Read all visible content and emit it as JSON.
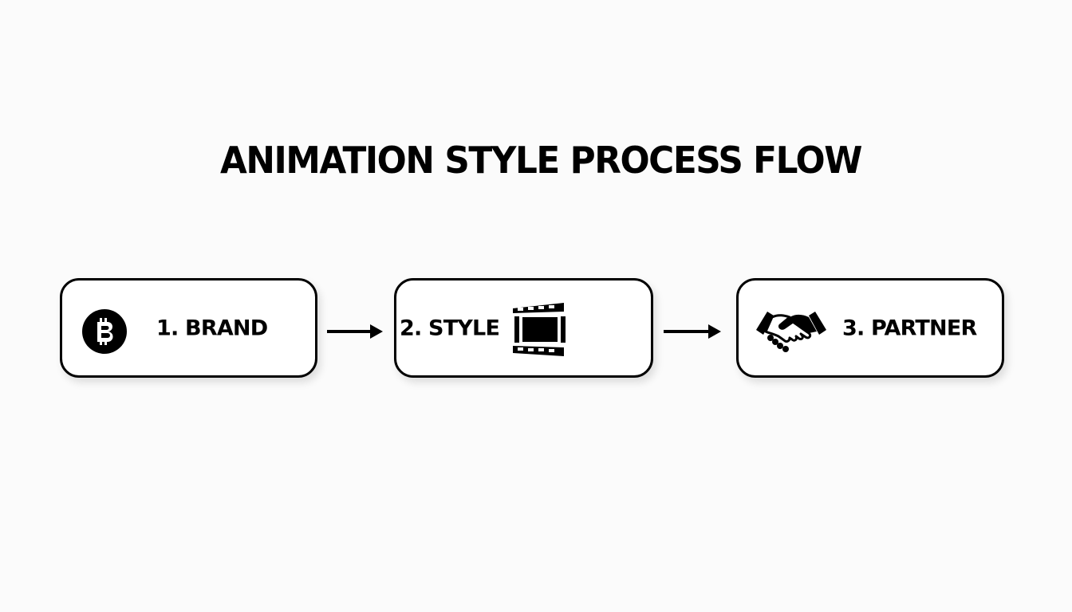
{
  "title": "ANIMATION STYLE PROCESS FLOW",
  "steps": [
    {
      "label": "1. BRAND",
      "icon": "bitcoin-icon"
    },
    {
      "label": "2. STYLE",
      "icon": "film-strip-icon"
    },
    {
      "label": "3. PARTNER",
      "icon": "handshake-icon"
    }
  ],
  "connectors": [
    {
      "from": "1. BRAND",
      "to": "2. STYLE",
      "icon": "arrow-right-icon"
    },
    {
      "from": "2. STYLE",
      "to": "3. PARTNER",
      "icon": "arrow-right-icon"
    }
  ],
  "colors": {
    "stroke": "#000000",
    "box_fill": "#ffffff",
    "background": "#fbfbfb"
  }
}
